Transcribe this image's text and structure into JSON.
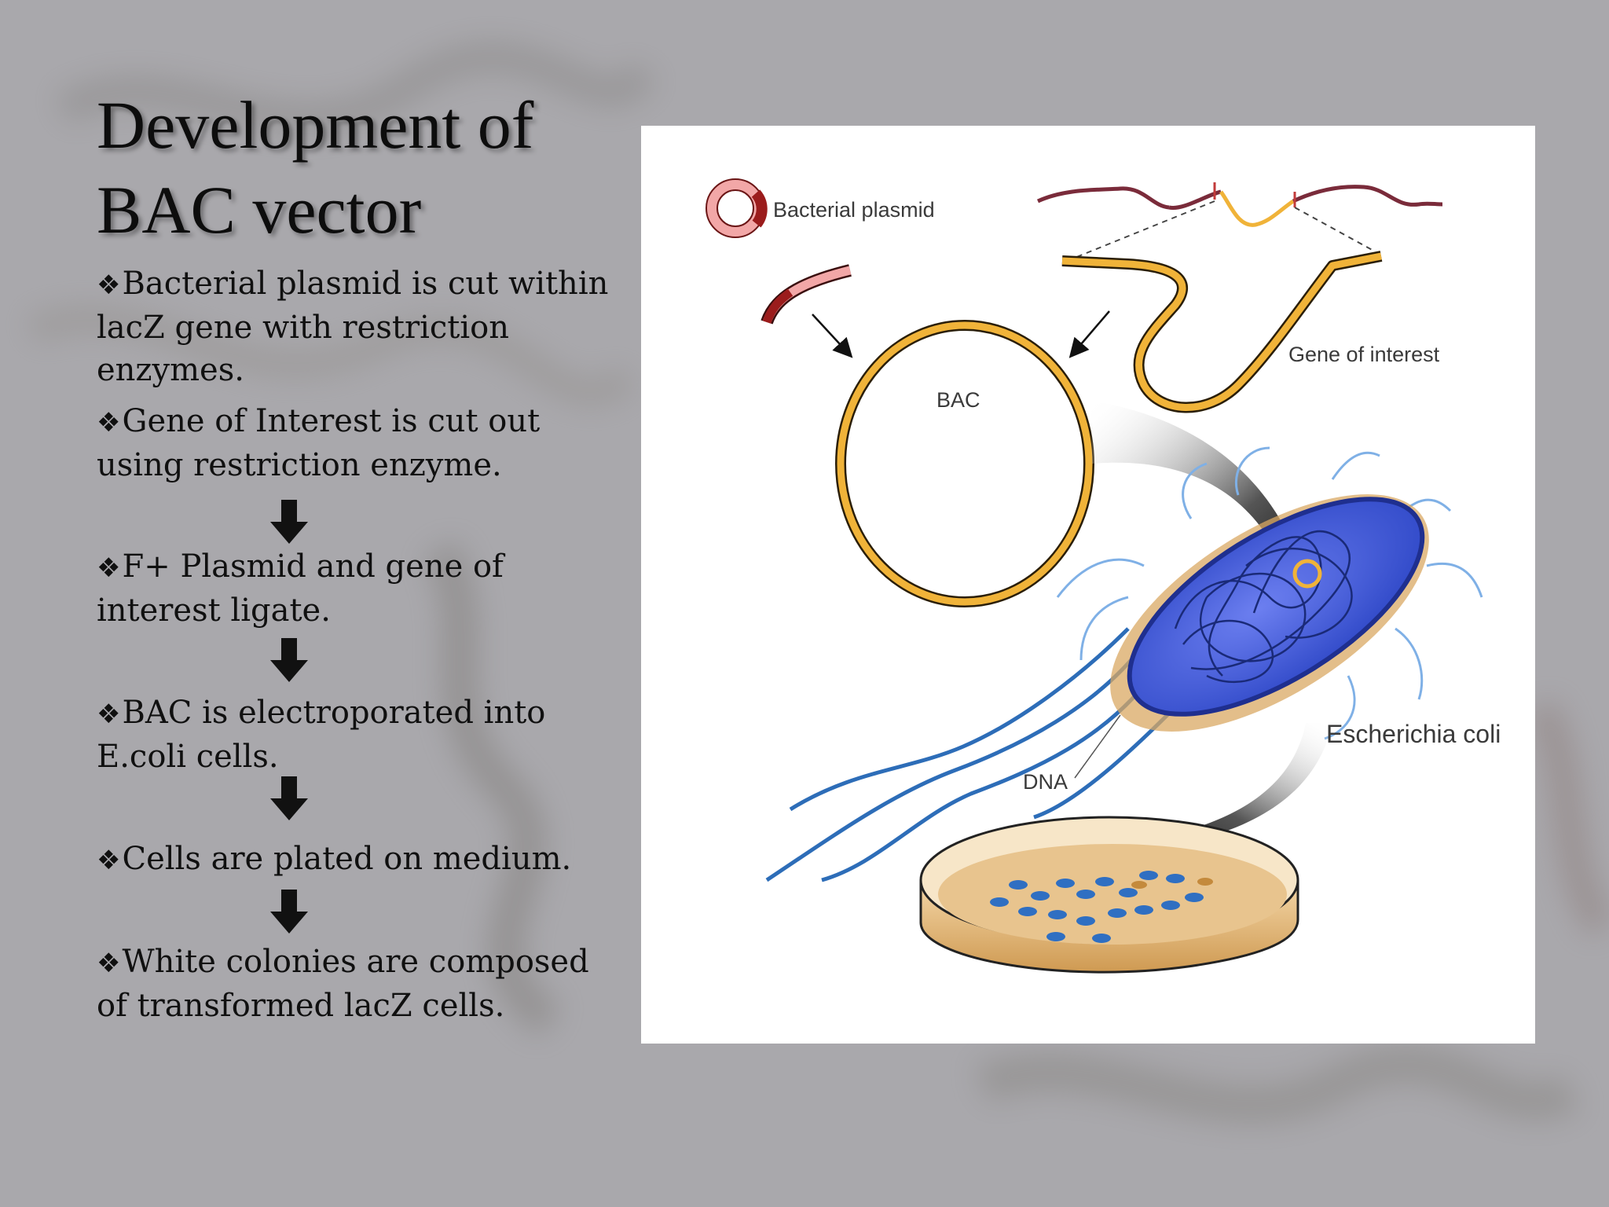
{
  "slide": {
    "title": "Development of\nBAC vector",
    "bullets": [
      "Bacterial plasmid is cut within lacZ gene with restriction enzymes.",
      "Gene of Interest is cut out using restriction enzyme.",
      "F+ Plasmid and gene of interest ligate.",
      "BAC is electroporated into E.coli cells.",
      "Cells are plated on medium.",
      "White colonies are composed of transformed lacZ cells."
    ],
    "bullet_symbol": "❖"
  },
  "figure": {
    "labels": {
      "bacterial_plasmid": "Bacterial plasmid",
      "gene_of_interest": "Gene of interest",
      "bac": "BAC",
      "escherichia_coli": "Escherichia coli",
      "dna": "DNA"
    }
  },
  "colors": {
    "background": "#a9a8ac",
    "text": "#101010",
    "figure_background": "#ffffff",
    "bac_ring": "#f0b339",
    "plasmid_pink": "#f2a7a7",
    "plasmid_dark": "#8b1d1d",
    "dna_strand": "#7a2b3a",
    "bacterium_blue": "#3d5bd6",
    "flagella": "#2d6db8",
    "dish_tan": "#d9a863"
  }
}
